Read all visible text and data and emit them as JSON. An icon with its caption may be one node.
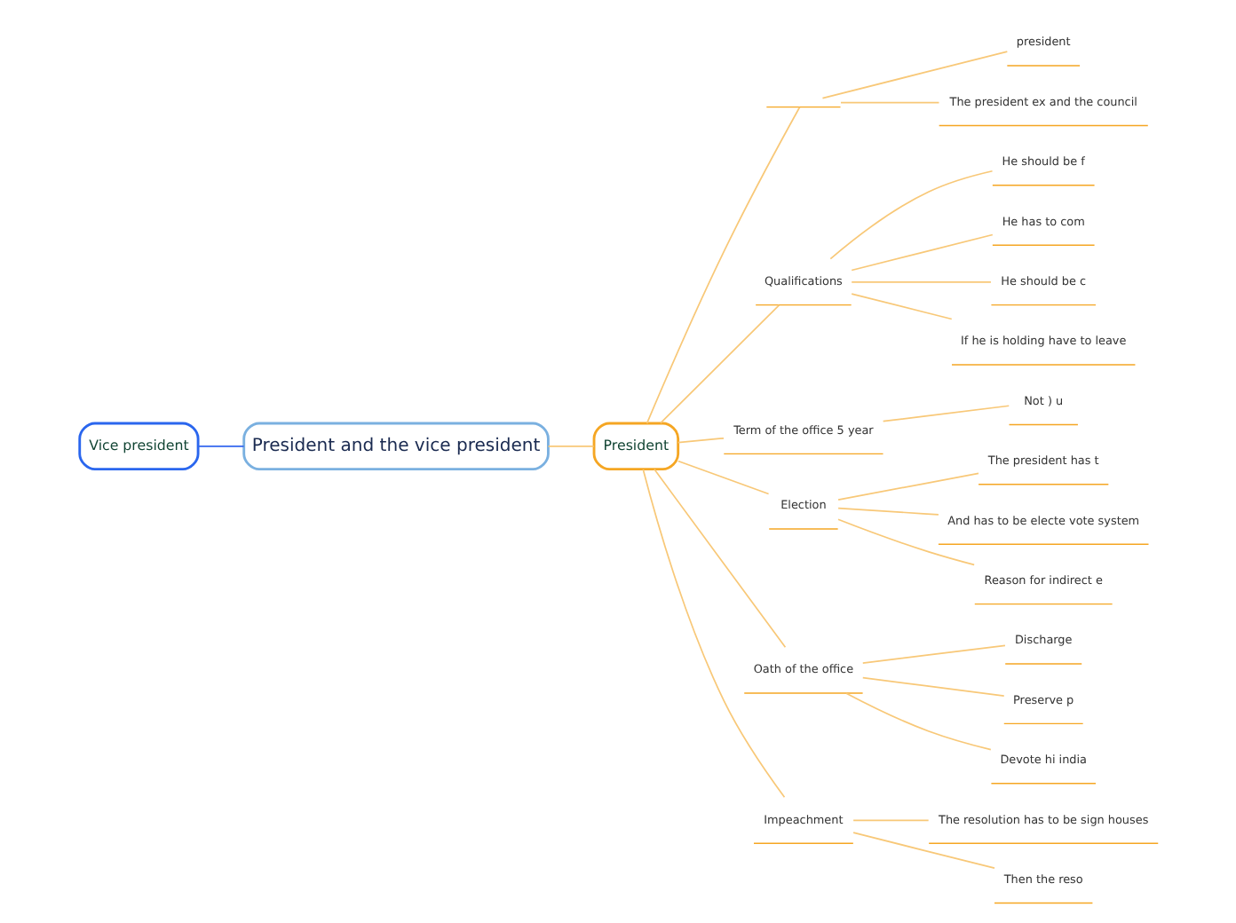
{
  "diagram": {
    "nodes": [
      {
        "text": [
          "President and the vice president"
        ]
      },
      {
        "text": [
          "Vice president"
        ]
      },
      {
        "text": [
          "President"
        ]
      },
      {
        "text": [],
        "shape": "bar"
      },
      {
        "text": [
          "president"
        ]
      },
      {
        "text": [
          "The president ex and the council"
        ]
      },
      {
        "text": [
          "Qualifications"
        ]
      },
      {
        "text": [
          "He should be f"
        ]
      },
      {
        "text": [
          "He has to com"
        ]
      },
      {
        "text": [
          "He should be c"
        ]
      },
      {
        "text": [
          "If he is holding have to leave"
        ]
      },
      {
        "text": [
          "Term of the office 5 year"
        ]
      },
      {
        "text": [
          "Not ) u"
        ]
      },
      {
        "text": [
          "Election"
        ]
      },
      {
        "text": [
          "The president has t"
        ]
      },
      {
        "text": [
          "And has to be electe vote system"
        ]
      },
      {
        "text": [
          "Reason for indirect e"
        ]
      },
      {
        "text": [
          "Oath of the office"
        ]
      },
      {
        "text": [
          "Discharge"
        ]
      },
      {
        "text": [
          "Preserve p"
        ]
      },
      {
        "text": [
          "Devote hi india"
        ]
      },
      {
        "text": [
          "Impeachment"
        ]
      },
      {
        "text": [
          "The resolution has to be sign houses"
        ]
      },
      {
        "text": [
          "Then the reso"
        ]
      }
    ],
    "edges": [
      {
        "from": 0,
        "to": 1,
        "arrow": "none",
        "color": "#3366ee"
      },
      {
        "from": 0,
        "to": 2,
        "arrow": "none"
      },
      {
        "from": 2,
        "to": 3,
        "arrow": "none"
      },
      {
        "from": 3,
        "to": 4,
        "arrow": "none"
      },
      {
        "from": 3,
        "to": 5,
        "arrow": "none"
      },
      {
        "from": 2,
        "to": 6,
        "arrow": "none"
      },
      {
        "from": 6,
        "to": 7,
        "arrow": "none"
      },
      {
        "from": 6,
        "to": 8,
        "arrow": "none"
      },
      {
        "from": 6,
        "to": 9,
        "arrow": "none"
      },
      {
        "from": 6,
        "to": 10,
        "arrow": "none"
      },
      {
        "from": 2,
        "to": 11,
        "arrow": "none"
      },
      {
        "from": 11,
        "to": 12,
        "arrow": "none"
      },
      {
        "from": 2,
        "to": 13,
        "arrow": "none"
      },
      {
        "from": 13,
        "to": 14,
        "arrow": "none"
      },
      {
        "from": 13,
        "to": 15,
        "arrow": "none"
      },
      {
        "from": 13,
        "to": 16,
        "arrow": "none"
      },
      {
        "from": 2,
        "to": 17,
        "arrow": "none"
      },
      {
        "from": 17,
        "to": 18,
        "arrow": "none"
      },
      {
        "from": 17,
        "to": 19,
        "arrow": "none"
      },
      {
        "from": 17,
        "to": 20,
        "arrow": "none"
      },
      {
        "from": 2,
        "to": 21,
        "arrow": "none"
      },
      {
        "from": 21,
        "to": 22,
        "arrow": "none"
      },
      {
        "from": 21,
        "to": 23,
        "arrow": "none"
      }
    ]
  }
}
